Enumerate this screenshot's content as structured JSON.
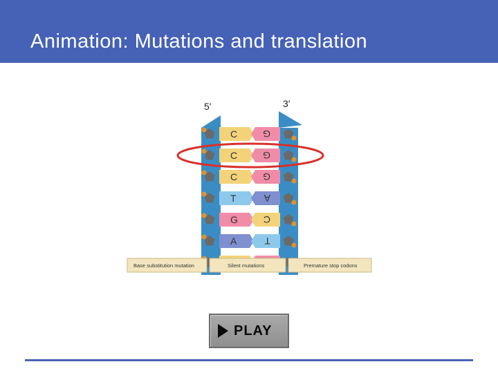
{
  "slide": {
    "title": "Animation: Mutations and translation"
  },
  "figure": {
    "strand_left_label": "5'",
    "strand_right_label": "3'",
    "base_pairs": [
      {
        "left": "C",
        "right": "G",
        "left_color": "#f3d37a",
        "right_color": "#f08ca8"
      },
      {
        "left": "C",
        "right": "G",
        "left_color": "#f3d37a",
        "right_color": "#f08ca8",
        "highlighted": true
      },
      {
        "left": "C",
        "right": "G",
        "left_color": "#f3d37a",
        "right_color": "#f08ca8"
      },
      {
        "left": "T",
        "right": "A",
        "left_color": "#8ec9ec",
        "right_color": "#7f8fcf"
      },
      {
        "left": "G",
        "right": "C",
        "left_color": "#f08ca8",
        "right_color": "#f3d37a"
      },
      {
        "left": "A",
        "right": "T",
        "left_color": "#7f8fcf",
        "right_color": "#8ec9ec"
      },
      {
        "left": "C",
        "right": "G",
        "left_color": "#f3d37a",
        "right_color": "#f08ca8"
      }
    ],
    "tabs": [
      {
        "label": "Base substitution mutation"
      },
      {
        "label": "Silent mutations"
      },
      {
        "label": "Premature stop codons"
      }
    ],
    "colors": {
      "backbone": "#3a8dc4",
      "highlight_ring": "#d9302a",
      "nucleotide_sugar": "#6a6a6a",
      "phosphate": "#e0922e",
      "tab_bg": "#f3e6bf"
    }
  },
  "play_button": {
    "label": "PLAY",
    "icon": "play-triangle-icon"
  },
  "colors": {
    "header": "#4662b7",
    "rule": "#4662b7"
  }
}
